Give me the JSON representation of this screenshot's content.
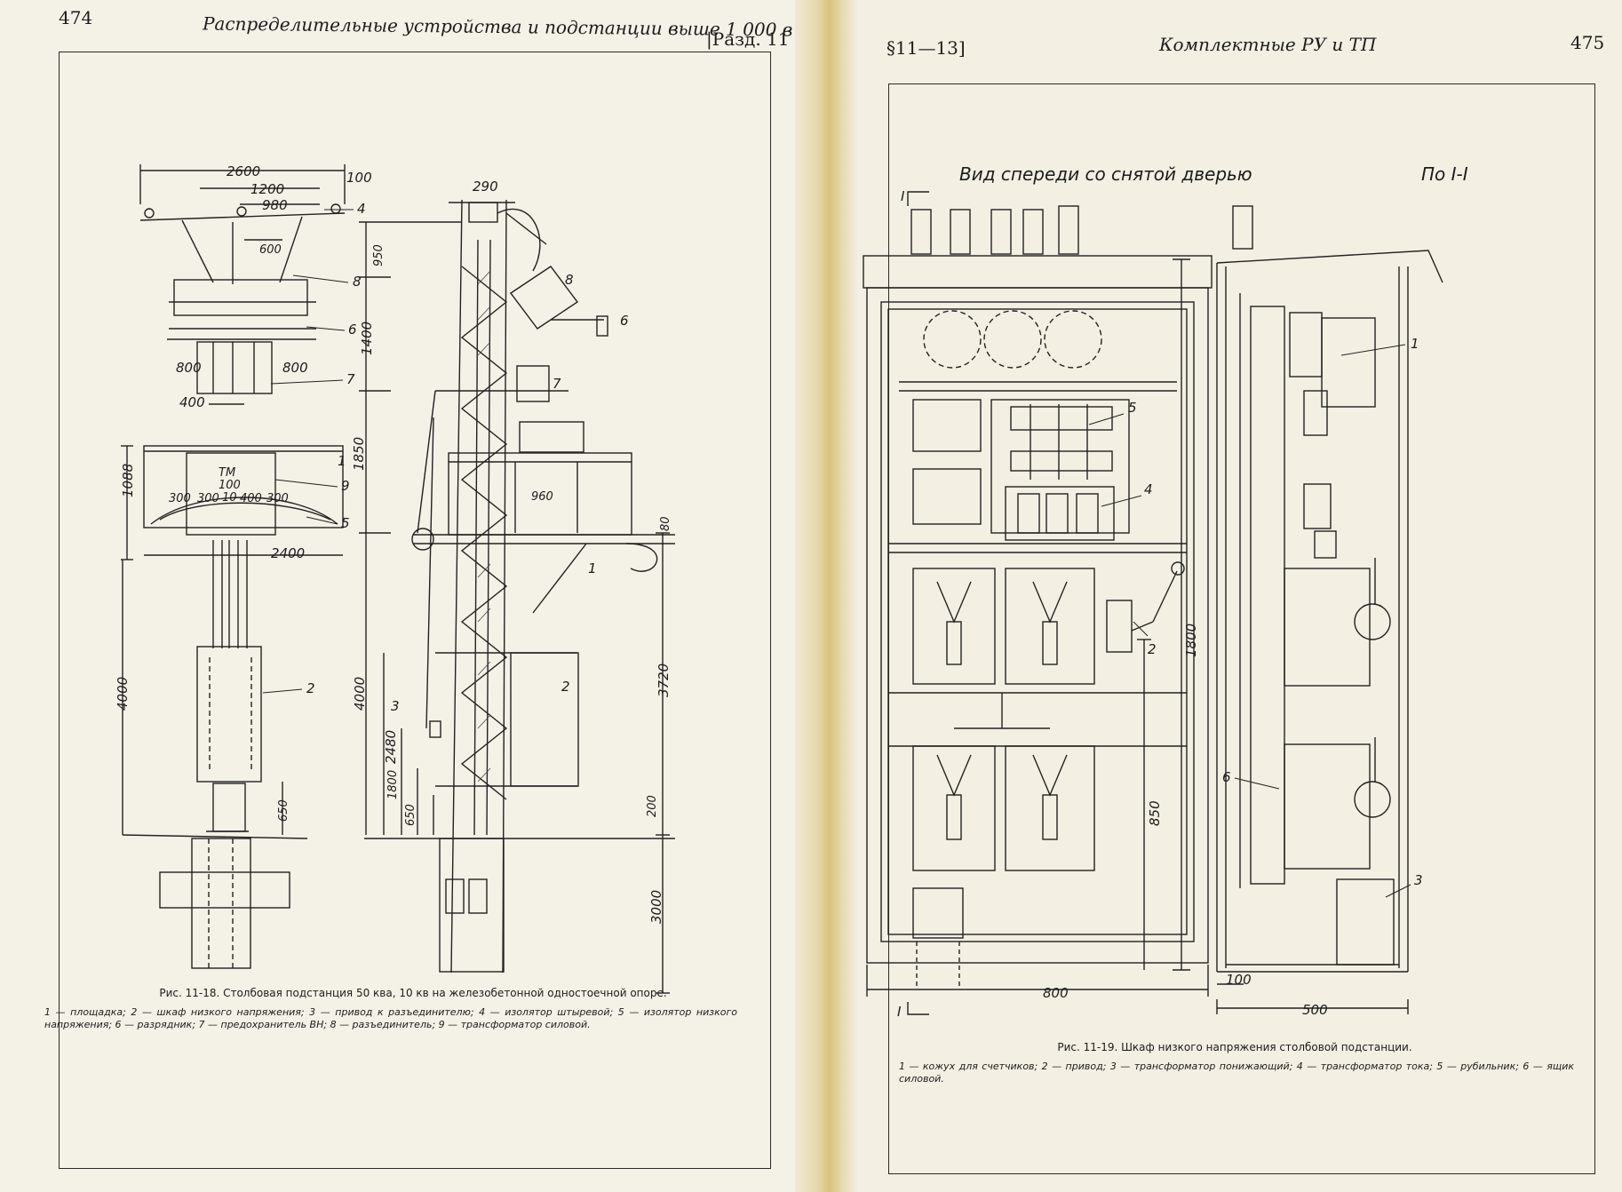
{
  "left_page": {
    "page_number": "474",
    "running_title": "Распределительные устройства и подстанции выше 1 000 в",
    "section_ref": "|Разд. 11",
    "figure": {
      "caption": "Рис. 11-18. Столбовая подстанция 50 ква, 10 кв на железобетонной одностоечной опоре.",
      "legend": "1 — площадка; 2 — шкаф низкого напряжения; 3 — привод к разъединителю; 4 — изолятор штыревой; 5 — изолятор низкого напряжения; 6 — разрядник; 7 — предохранитель ВН; 8 — разъединитель; 9 — трансформатор силовой.",
      "dimensions": {
        "d2600": "2600",
        "d1200": "1200",
        "d980": "980",
        "d100": "100",
        "d600": "600",
        "d800a": "800",
        "d800b": "800",
        "d400": "400",
        "d1088": "1088",
        "d2400": "2400",
        "d4000a": "4000",
        "d650a": "650",
        "d300a": "300",
        "d300b": "300",
        "d400b": "400",
        "d300c": "300",
        "d290": "290",
        "d950": "950",
        "d1400": "1400",
        "d1850": "1850",
        "d960": "960",
        "d80": "80",
        "d4000b": "4000",
        "d2480": "2480",
        "d1800": "1800",
        "d650b": "650",
        "d3720": "3720",
        "d200": "200",
        "d3000": "3000",
        "tm": "ТМ",
        "tm_kva": "100",
        "tm_kv": "10"
      },
      "callouts": {
        "c4": "4",
        "c8": "8",
        "c6": "6",
        "c7": "7",
        "c1": "1",
        "c9": "9",
        "c5": "5",
        "c2": "2",
        "s8": "8",
        "s6": "6",
        "s7": "7",
        "s1": "1",
        "s3": "3",
        "s2": "2"
      }
    }
  },
  "right_page": {
    "section_ref": "§11—13]",
    "running_title": "Комплектные РУ и ТП",
    "page_number": "475",
    "figure": {
      "view_front_title": "Вид спереди со снятой дверью",
      "view_section_title": "По I-I",
      "section_mark_top": "I",
      "section_mark_bottom": "I",
      "caption": "Рис. 11-19. Шкаф низкого напряжения столбовой подстанции.",
      "legend": "1 — кожух для счетчиков; 2 — привод; 3 — трансформатор понижающий; 4 — трансформатор тока; 5 — рубильник; 6 — ящик силовой.",
      "dimensions": {
        "d800": "800",
        "d1800": "1800",
        "d850": "850",
        "d100": "100",
        "d500": "500"
      },
      "callouts": {
        "c5": "5",
        "c4": "4",
        "c2": "2",
        "c1": "1",
        "c6": "6",
        "c3": "3"
      }
    }
  }
}
